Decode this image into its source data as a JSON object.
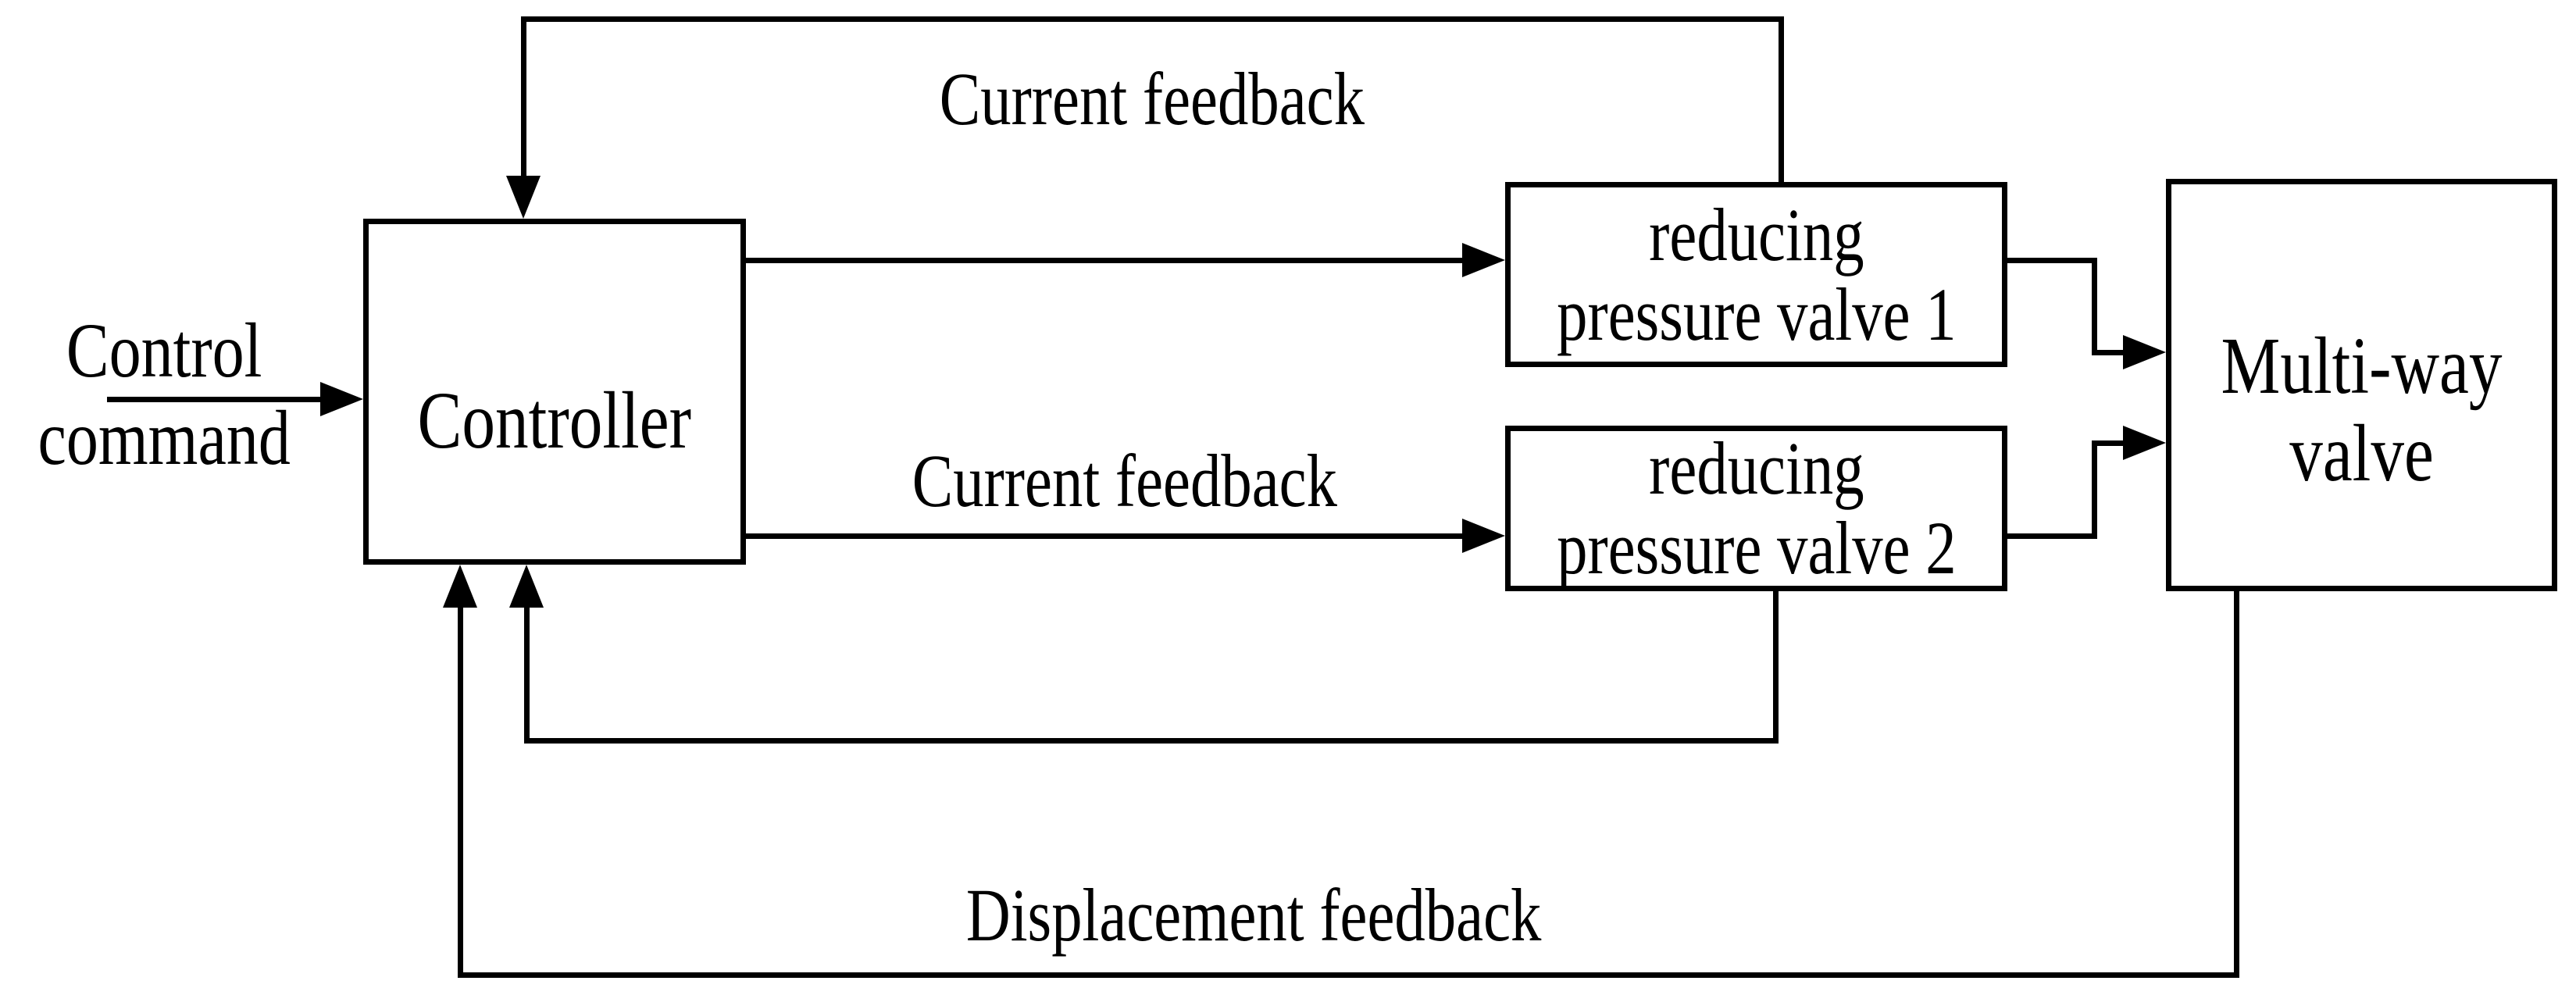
{
  "diagram": {
    "background_color": "#ffffff",
    "line_color": "#000000",
    "nodes": {
      "controller": {
        "label": "Controller"
      },
      "reducing_valve_1": {
        "label": "reducing\npressure valve 1"
      },
      "reducing_valve_2": {
        "label": "reducing\npressure valve 2"
      },
      "multi_way_valve": {
        "label": "Multi-way\nvalve"
      }
    },
    "edge_labels": {
      "control_command": "Control\ncommand",
      "current_feedback_top": "Current feedback",
      "current_feedback_middle": "Current feedback",
      "displacement_feedback": "Displacement feedback"
    }
  }
}
